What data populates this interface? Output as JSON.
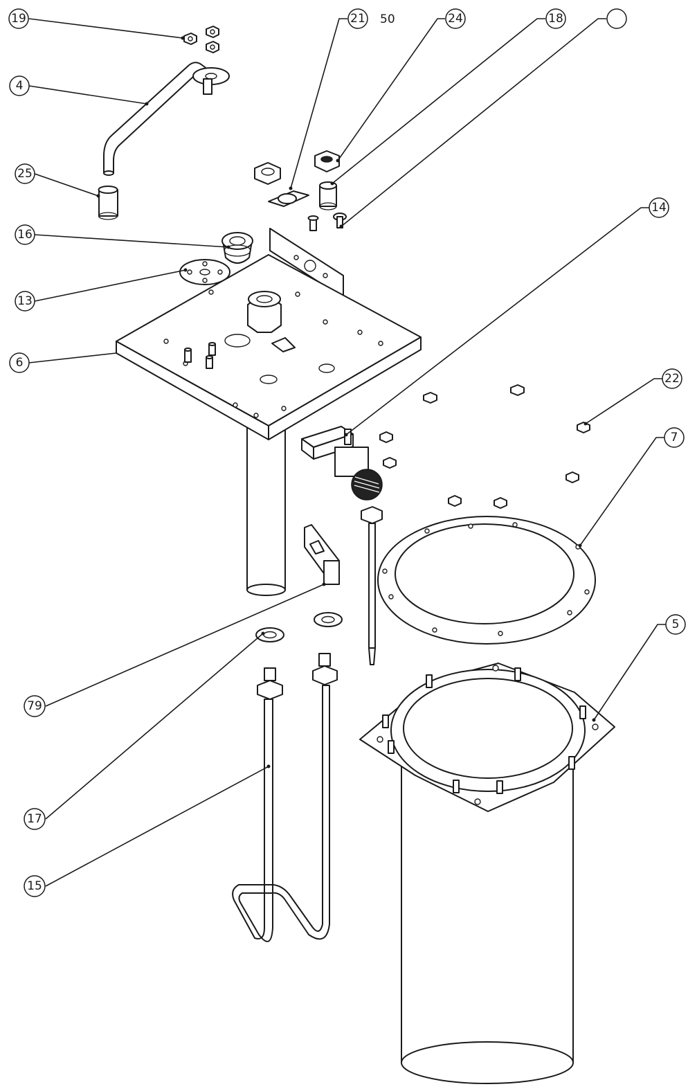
{
  "callouts": [
    "19",
    "4",
    "25",
    "16",
    "13",
    "6",
    "21",
    "24",
    "18",
    "",
    "14",
    "22",
    "7",
    "5",
    "79",
    "17",
    "15"
  ],
  "free_label": "50"
}
